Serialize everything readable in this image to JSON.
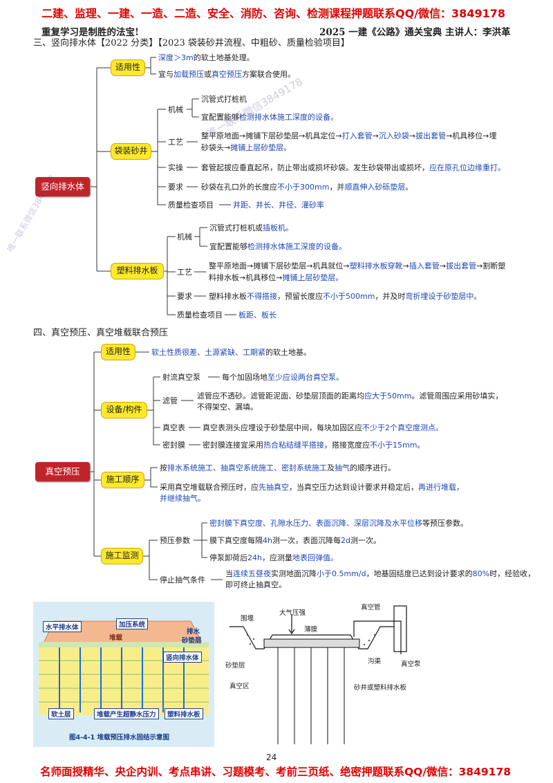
{
  "header": {
    "promo": "二建、监理、一建、一造、二造、安全、消防、咨询、检测课程押题联系QQ/微信：3849178",
    "left_motto": "重复学习是制胜的法宝!",
    "right_title": "2025 一建《公路》通关宝典  主讲人：李洪革"
  },
  "section3": {
    "title": "三、竖向排水体【2022 分类】【2023 袋装砂井流程、中粗砂、质量检验项目】",
    "root": "竖向排水体",
    "applicability": {
      "label": "适用性",
      "line1": "深度＞3m的软土地基处理。",
      "line2": "宜与加载预压或真空预压方案联合使用。"
    },
    "sand_drain": {
      "label": "袋装砂井",
      "machine": {
        "label": "机械",
        "item1": "沉管式打桩机",
        "item2": "宜配置能够检测排水体施工深度的设备。"
      },
      "process": {
        "label": "工艺",
        "line1": "整平原地面→摊铺下层砂垫层→机具定位→打入套管→沉入砂袋→拔出套管→机具移位→埋",
        "line2": "砂袋头→摊铺上层砂垫层。"
      },
      "operation": {
        "label": "实操",
        "text": "套管起拔应垂直起吊，防止带出或损坏砂袋。发生砂袋带出或损坏，应在原孔位边缘重打。"
      },
      "requirement": {
        "label": "要求",
        "text": "砂袋在孔口外的长度应不小于300mm，并顺直伸入砂砾垫层。"
      },
      "quality": {
        "label": "质量检查项目",
        "text": "井距、井长、井径、灌砂率"
      }
    },
    "plastic_drain": {
      "label": "塑料排水板",
      "machine": {
        "label": "机械",
        "item1": "沉管式打桩机或插板机。",
        "item2": "宜配置能够检测排水体施工深度的设备。"
      },
      "process": {
        "label": "工艺",
        "line1": "整平原地面→摊铺下层砂垫层→机具就位→塑料排水板穿靴→插入套管→拔出套管→割断塑",
        "line2": "料排水板→机具移位→摊铺上层砂垫层。"
      },
      "requirement": {
        "label": "要求",
        "text": "塑料排水板不得搭接，预留长度应不小于500mm，并及时弯折埋设于砂垫层中。"
      },
      "quality": {
        "label": "质量检查项目",
        "text": "板距、板长"
      }
    }
  },
  "section4": {
    "title": "四、真空预压、真空堆载联合预压",
    "root": "真空预压",
    "applicability": {
      "label": "适用性",
      "text": "软土性质很差、土源紧缺、工期紧的软土地基。"
    },
    "equipment": {
      "label": "设备/构件",
      "pump": {
        "label": "射流真空泵",
        "text": "每个加固场地至少应设两台真空泵。"
      },
      "filter": {
        "label": "滤管",
        "line1": "滤管应不透砂。滤管距泥面、砂垫层顶面的距离均应大于50mm。滤管周围应采用砂填实，",
        "line2": "不得架空、漏填。"
      },
      "gauge": {
        "label": "真空表",
        "text": "真空表测头应埋设于砂垫层中间，每块加固区应不少于2个真空度测点。"
      },
      "membrane": {
        "label": "密封膜",
        "text": "密封膜连接宜采用热合粘结缝平搭接，搭接宽度应不小于15mm。"
      }
    },
    "sequence": {
      "label": "施工顺序",
      "line1": "按排水系统施工、抽真空系统施工、密封系统施工及抽气的顺序进行。",
      "line2": "采用真空堆载联合预压时，应先抽真空，当真空压力达到设计要求并稳定后，再进行堆载，",
      "line3": "并继续抽气。"
    },
    "monitoring": {
      "label": "施工监测",
      "params_label": "预压参数",
      "p1": "密封膜下真空度、孔隙水压力、表面沉降、深层沉降及水平位移等预压参数。",
      "p2": "膜下真空度每隔4h测一次，表面沉降每2d测一次。",
      "p3": "停泵卸荷后24h，应测量地表回弹值。",
      "stop_label": "停止抽气条件",
      "stop_line1": "当连续五昼夜实测地面沉降小于0.5mm/d，地基固结度已达到设计要求的80%时，经验收，",
      "stop_line2": "即可终止抽真空。"
    }
  },
  "figure_left": {
    "horizontal": "水平排水体",
    "loading_system": "加压系统",
    "pile": "堆载",
    "drain_water": "排水",
    "sand_cushion": "砂垫层",
    "vertical": "竖向排水体",
    "soft_soil": "软土层",
    "pore_pressure": "堆载产生超静水压力",
    "plastic_board": "塑料排水板",
    "caption": "图4-4-1   堆载预压排水固结示意图"
  },
  "figure_right": {
    "cofferdam": "围堰",
    "atmospheric": "大气压强",
    "membrane": "薄膜",
    "vacuum_pipe": "真空管",
    "sand_layer": "砂垫层",
    "trench": "沟渠",
    "vacuum_pump": "真空泵",
    "vacuum_zone": "真空区",
    "drain": "砂井或塑料排水板"
  },
  "footer": {
    "page": "24",
    "promo": "名师面授精华、央企内训、考点串讲、习题模考、考前三页纸、绝密押题联系QQ/微信：3849178"
  },
  "watermarks": [
    "唯一联系微信3849178",
    "唯一联系微信3849178"
  ],
  "colors": {
    "promo_red": "#e00000",
    "root_red": "#c0242b",
    "node_yellow": "#fde92b",
    "highlight_blue": "#1d46b8"
  }
}
